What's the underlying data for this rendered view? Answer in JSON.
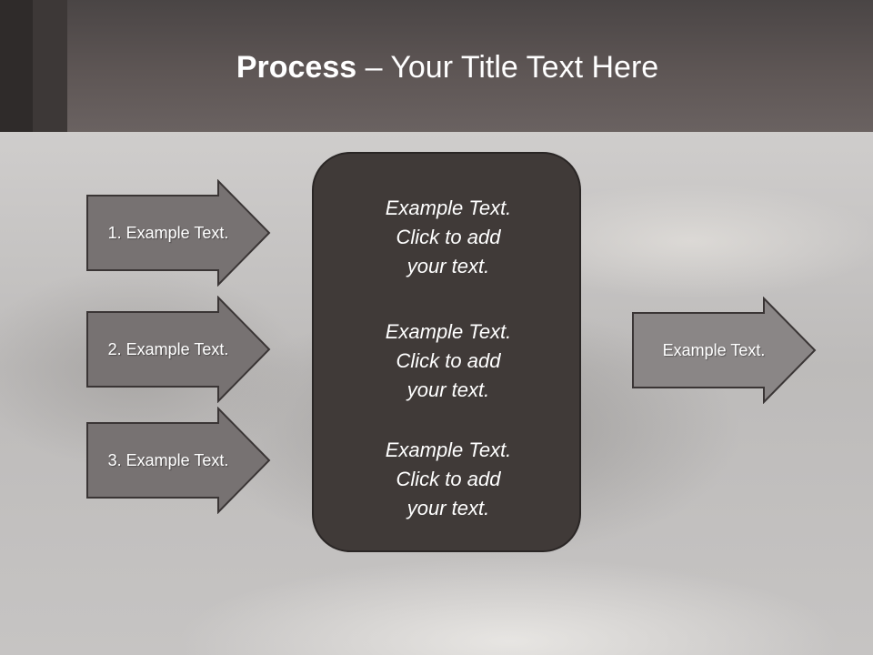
{
  "title": {
    "bold": "Process",
    "rest": " – Your Title Text Here"
  },
  "arrows": [
    {
      "label": "1. Example Text."
    },
    {
      "label": "2. Example Text."
    },
    {
      "label": "3. Example Text."
    }
  ],
  "center_box": {
    "blocks": [
      {
        "text": "Example Text.\nClick  to add\nyour text."
      },
      {
        "text": "Example Text.\nClick  to add\nyour text."
      },
      {
        "text": "Example Text.\nClick  to add\nyour text."
      }
    ]
  },
  "output_arrow": {
    "label": "Example Text."
  },
  "colors": {
    "header": "#5e5655",
    "arrow_fill": "#777272",
    "arrow_stroke": "#3a3535",
    "output_arrow_fill": "#8a8686",
    "center_box": "#403a38"
  }
}
